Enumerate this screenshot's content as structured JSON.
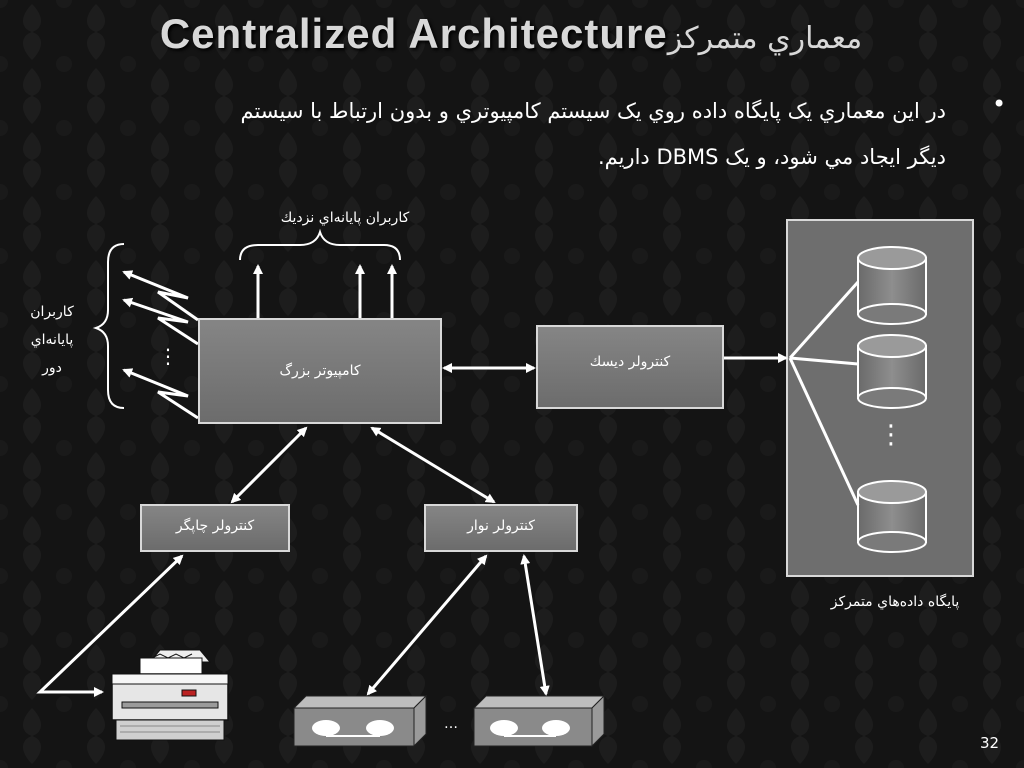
{
  "slide": {
    "title_en": "Centralized Architecture",
    "title_fa": "معماري متمركز",
    "bullet_line1": "در اين معماري يک پايگاه داده روي يک سيستم کامپيوتري و بدون ارتباط با سيستم",
    "bullet_line2": "ديگر ايجاد مي شود، و يک DBMS داريم.",
    "page_number": "32"
  },
  "diagram": {
    "mainframe": "کامپيوتر بزرگ",
    "disk_controller": "کنترولر ديسك",
    "printer_controller": "کنترولر چاپگر",
    "tape_controller": "کنترولر نوار",
    "near_users": "کاربران پايانه‌اي نزديك",
    "remote_users_l1": "کاربران",
    "remote_users_l2": "پايانه‌اي",
    "remote_users_l3": "دور",
    "central_db": "پايگاه داده‌هاي متمركز",
    "dots_vertical": "⋮",
    "dots_horizontal": "…"
  },
  "colors": {
    "background": "#141414",
    "box_fill": "#7a7a7a",
    "box_border": "#d8d8d8",
    "line": "#ffffff"
  }
}
